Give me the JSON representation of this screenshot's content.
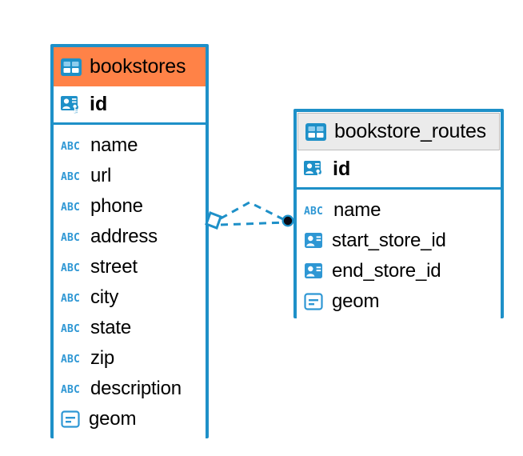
{
  "diagram": {
    "type": "entity-relationship-diagram",
    "background_color": "#ffffff",
    "accent_color": "#1e90c8",
    "selected_color": "#ff8247",
    "header_color": "#ebebeb"
  },
  "entities": [
    {
      "name": "bookstores",
      "selected": true,
      "header_icon": "table-icon",
      "primary_key": {
        "label": "id",
        "icon": "primary-key-icon"
      },
      "fields": [
        {
          "label": "name",
          "icon": "abc-text-icon"
        },
        {
          "label": "url",
          "icon": "abc-text-icon"
        },
        {
          "label": "phone",
          "icon": "abc-text-icon"
        },
        {
          "label": "address",
          "icon": "abc-text-icon"
        },
        {
          "label": "street",
          "icon": "abc-text-icon"
        },
        {
          "label": "city",
          "icon": "abc-text-icon"
        },
        {
          "label": "state",
          "icon": "abc-text-icon"
        },
        {
          "label": "zip",
          "icon": "abc-text-icon"
        },
        {
          "label": "description",
          "icon": "abc-text-icon"
        },
        {
          "label": "geom",
          "icon": "geometry-icon"
        }
      ]
    },
    {
      "name": "bookstore_routes",
      "selected": false,
      "header_icon": "table-icon",
      "primary_key": {
        "label": "id",
        "icon": "primary-key-icon"
      },
      "fields": [
        {
          "label": "name",
          "icon": "abc-text-icon"
        },
        {
          "label": "start_store_id",
          "icon": "foreign-key-icon"
        },
        {
          "label": "end_store_id",
          "icon": "foreign-key-icon"
        },
        {
          "label": "geom",
          "icon": "geometry-icon"
        }
      ]
    }
  ],
  "relationship": {
    "style": "dashed",
    "color": "#1e90c8",
    "source_endpoint": "diamond",
    "target_endpoint": "filled-circle",
    "from": "bookstores",
    "to": "bookstore_routes"
  }
}
